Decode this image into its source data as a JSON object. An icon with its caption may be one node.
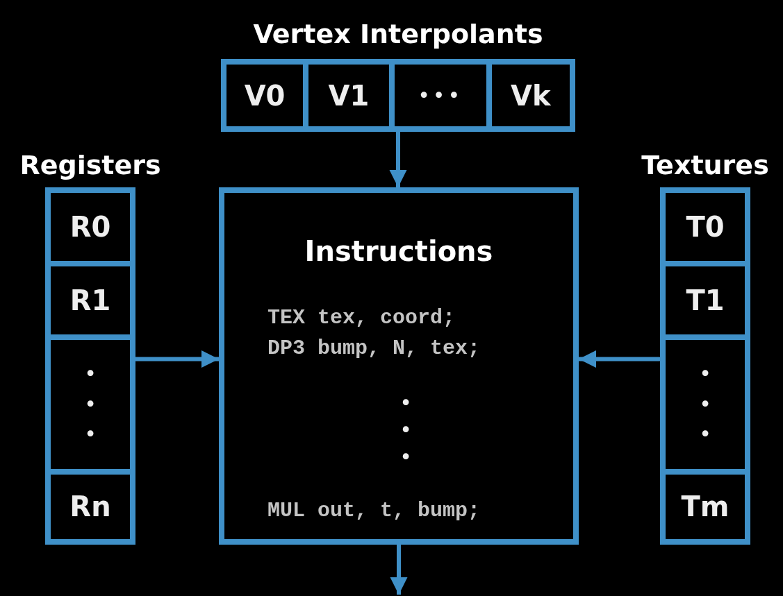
{
  "diagram": {
    "nodes": [
      {
        "text": [
          "Vertex Interpolants"
        ]
      },
      {
        "text": [
          "V0"
        ],
        "in": 0
      },
      {
        "text": [
          "V1"
        ],
        "in": 0
      },
      {
        "text": [
          "•••"
        ],
        "in": 0
      },
      {
        "text": [
          "Vk"
        ],
        "in": 0
      },
      {
        "text": [
          "Registers"
        ]
      },
      {
        "text": [
          "R0"
        ],
        "in": 5
      },
      {
        "text": [
          "R1"
        ],
        "in": 5
      },
      {
        "text": [
          "• • •"
        ],
        "in": 5
      },
      {
        "text": [
          "Rn"
        ],
        "in": 5
      },
      {
        "text": [
          "Instructions",
          "TEX tex, coord;",
          "DP3 bump, N, tex;",
          "• • •",
          "MUL out, t, bump;"
        ]
      },
      {
        "text": [
          "Textures"
        ]
      },
      {
        "text": [
          "T0"
        ],
        "in": 11
      },
      {
        "text": [
          "T1"
        ],
        "in": 11
      },
      {
        "text": [
          "• • •"
        ],
        "in": 11
      },
      {
        "text": [
          "Tm"
        ],
        "in": 11
      }
    ],
    "edges": [
      {
        "from": 0,
        "to": 10,
        "arrow": "to"
      },
      {
        "from": 5,
        "to": 10,
        "arrow": "to"
      },
      {
        "from": 11,
        "to": 10,
        "arrow": "to"
      },
      {
        "from": 10,
        "to": null,
        "arrow": "to"
      }
    ]
  }
}
